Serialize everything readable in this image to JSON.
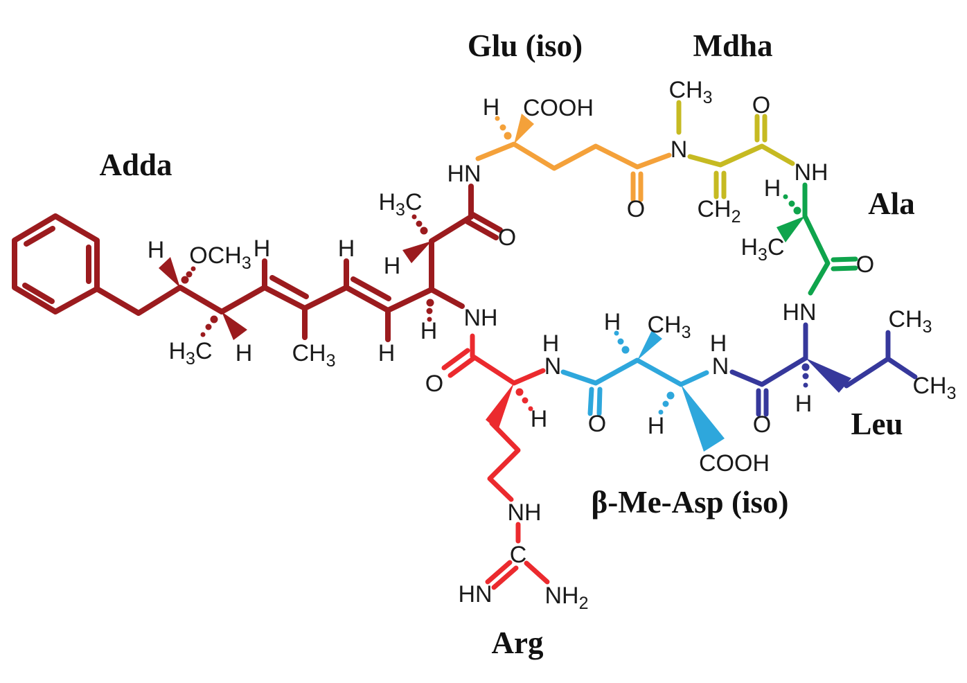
{
  "figure": {
    "type": "chemical-structure-diagram",
    "subject": "cyclic peptide with color-coded residues",
    "background": "#FFFFFF",
    "text_color": "#1A1A1A"
  },
  "molecule": {
    "residues": {
      "adda": {
        "label": "Adda",
        "color": "#9B1B1E"
      },
      "glu": {
        "label": "Glu (iso)",
        "color": "#F4A13A"
      },
      "mdha": {
        "label": "Mdha",
        "color": "#C6BA22"
      },
      "ala": {
        "label": "Ala",
        "color": "#0FA44C"
      },
      "leu": {
        "label": "Leu",
        "color": "#36389B"
      },
      "bmeasp": {
        "label": "β-Me-Asp (iso)",
        "color": "#2EA7DC"
      },
      "arg": {
        "label": "Arg",
        "color": "#EB2A2E"
      }
    },
    "atoms": {
      "h": "H",
      "o": "O",
      "n": "N",
      "c": "C",
      "hn": "HN",
      "nh": "NH",
      "cooh": "COOH",
      "h3c": {
        "p1": "H",
        "sub": "3",
        "p2": "C"
      },
      "ch3": {
        "p1": "CH",
        "sub": "3"
      },
      "och3": {
        "p1": "OCH",
        "sub": "3"
      },
      "ch2": {
        "p1": "CH",
        "sub": "2"
      },
      "nh2": {
        "p1": "NH",
        "sub": "2"
      }
    }
  }
}
